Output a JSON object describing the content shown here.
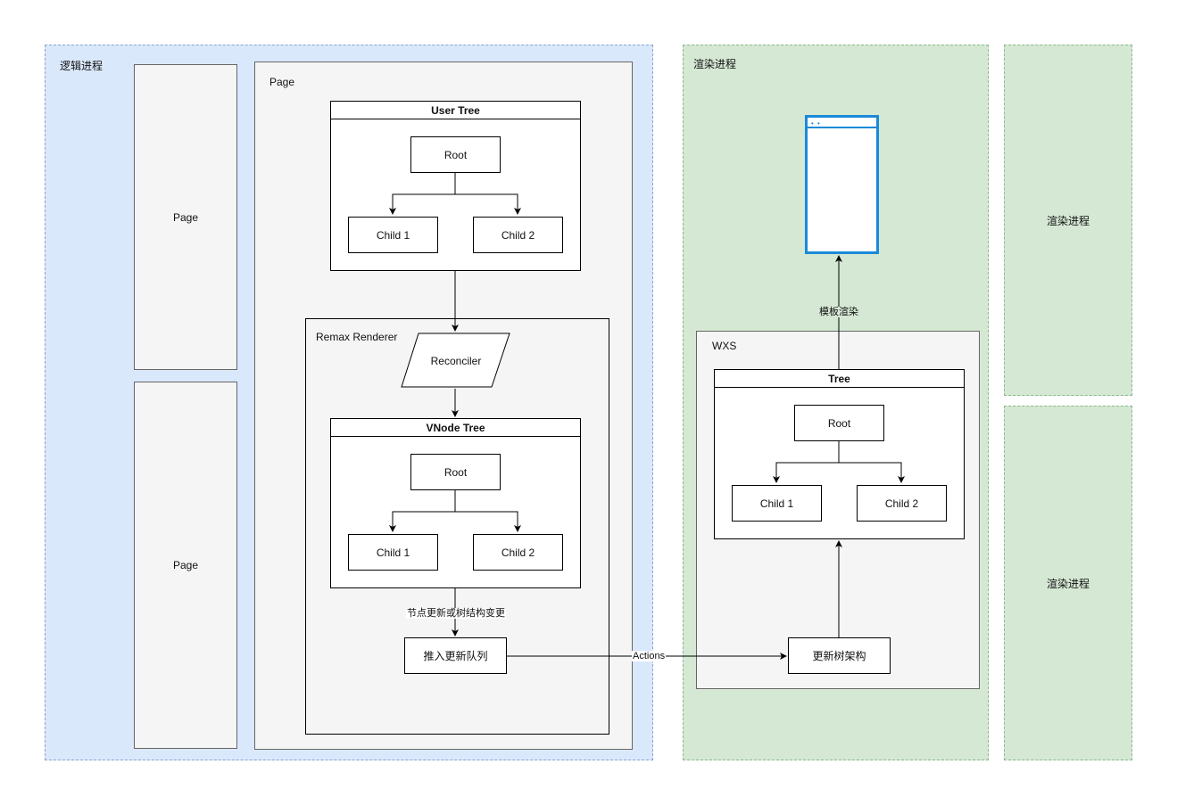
{
  "logic_region": {
    "label": "逻辑进程"
  },
  "render_region": {
    "label": "渲染进程"
  },
  "side_render_1": {
    "label": "渲染进程"
  },
  "side_render_2": {
    "label": "渲染进程"
  },
  "page_left_1": {
    "label": "Page"
  },
  "page_left_2": {
    "label": "Page"
  },
  "page_main": {
    "label": "Page"
  },
  "user_tree": {
    "title": "User Tree",
    "root": "Root",
    "child1": "Child 1",
    "child2": "Child 2"
  },
  "remax_renderer": {
    "label": "Remax Renderer",
    "reconciler": "Reconciler"
  },
  "vnode_tree": {
    "title": "VNode Tree",
    "root": "Root",
    "child1": "Child 1",
    "child2": "Child 2"
  },
  "edge_node_update": "节点更新或树结构变更",
  "push_queue": "推入更新队列",
  "edge_actions": "Actions",
  "wxs": {
    "label": "WXS",
    "update_tree": "更新树架构"
  },
  "wxs_tree": {
    "title": "Tree",
    "root": "Root",
    "child1": "Child 1",
    "child2": "Child 2"
  },
  "edge_template_render": "模板渲染",
  "phone": {
    "dots": "• •",
    "icon": "mobile-screen-icon"
  },
  "colors": {
    "logic_bg": "#dae8fc",
    "render_bg": "#d5e8d4",
    "panel_bg": "#f5f5f5",
    "phone_accent": "#1a8ad8"
  }
}
